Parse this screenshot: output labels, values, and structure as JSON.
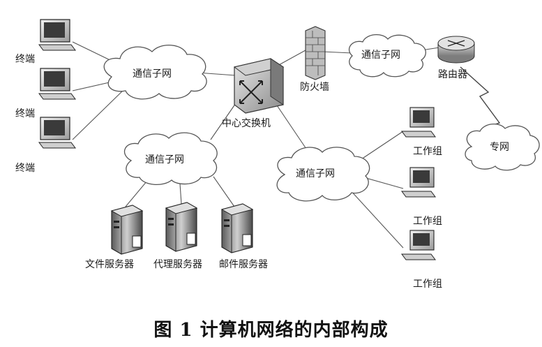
{
  "labels": {
    "terminal": "终端",
    "subnet": "通信子网",
    "core_switch": "中心交换机",
    "firewall": "防火墙",
    "router": "路由器",
    "private_network": "专网",
    "workgroup": "工作组",
    "file_server": "文件服务器",
    "proxy_server": "代理服务器",
    "mail_server": "邮件服务器"
  },
  "caption": "图 1  计算机网络的内部构成"
}
